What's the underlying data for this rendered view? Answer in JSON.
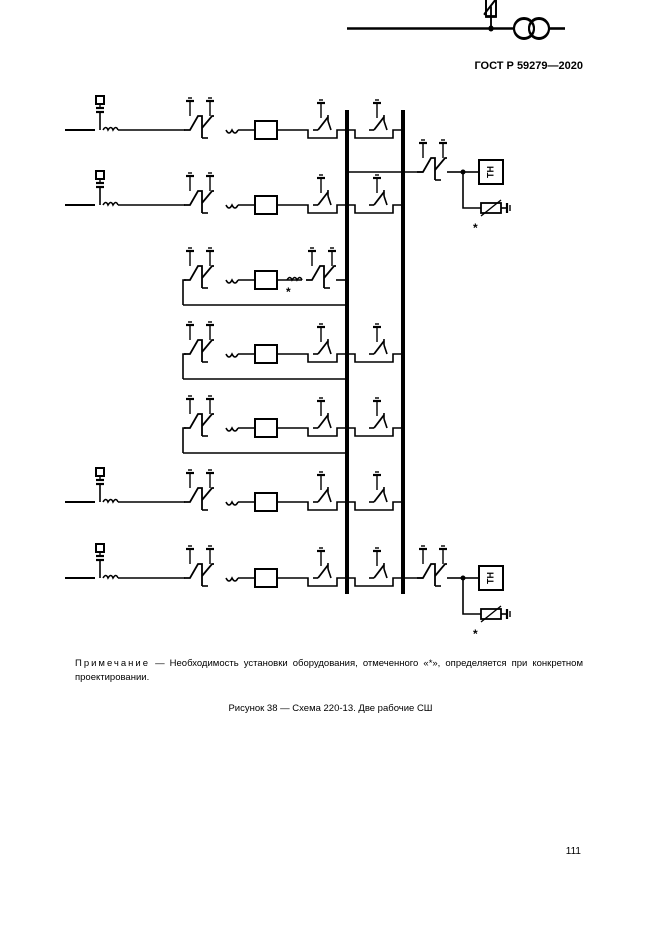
{
  "header": {
    "doc_number": "ГОСТ Р 59279—2020"
  },
  "diagram": {
    "vt_label": "ТН",
    "asterisk": "*"
  },
  "note": {
    "prefix": "Примечание",
    "text": " — Необходимость установки оборудования, отмеченного «*», определяется при конкретном проектировании."
  },
  "caption": "Рисунок 38 — Схема 220-13. Две рабочие СШ",
  "page_number": "111"
}
